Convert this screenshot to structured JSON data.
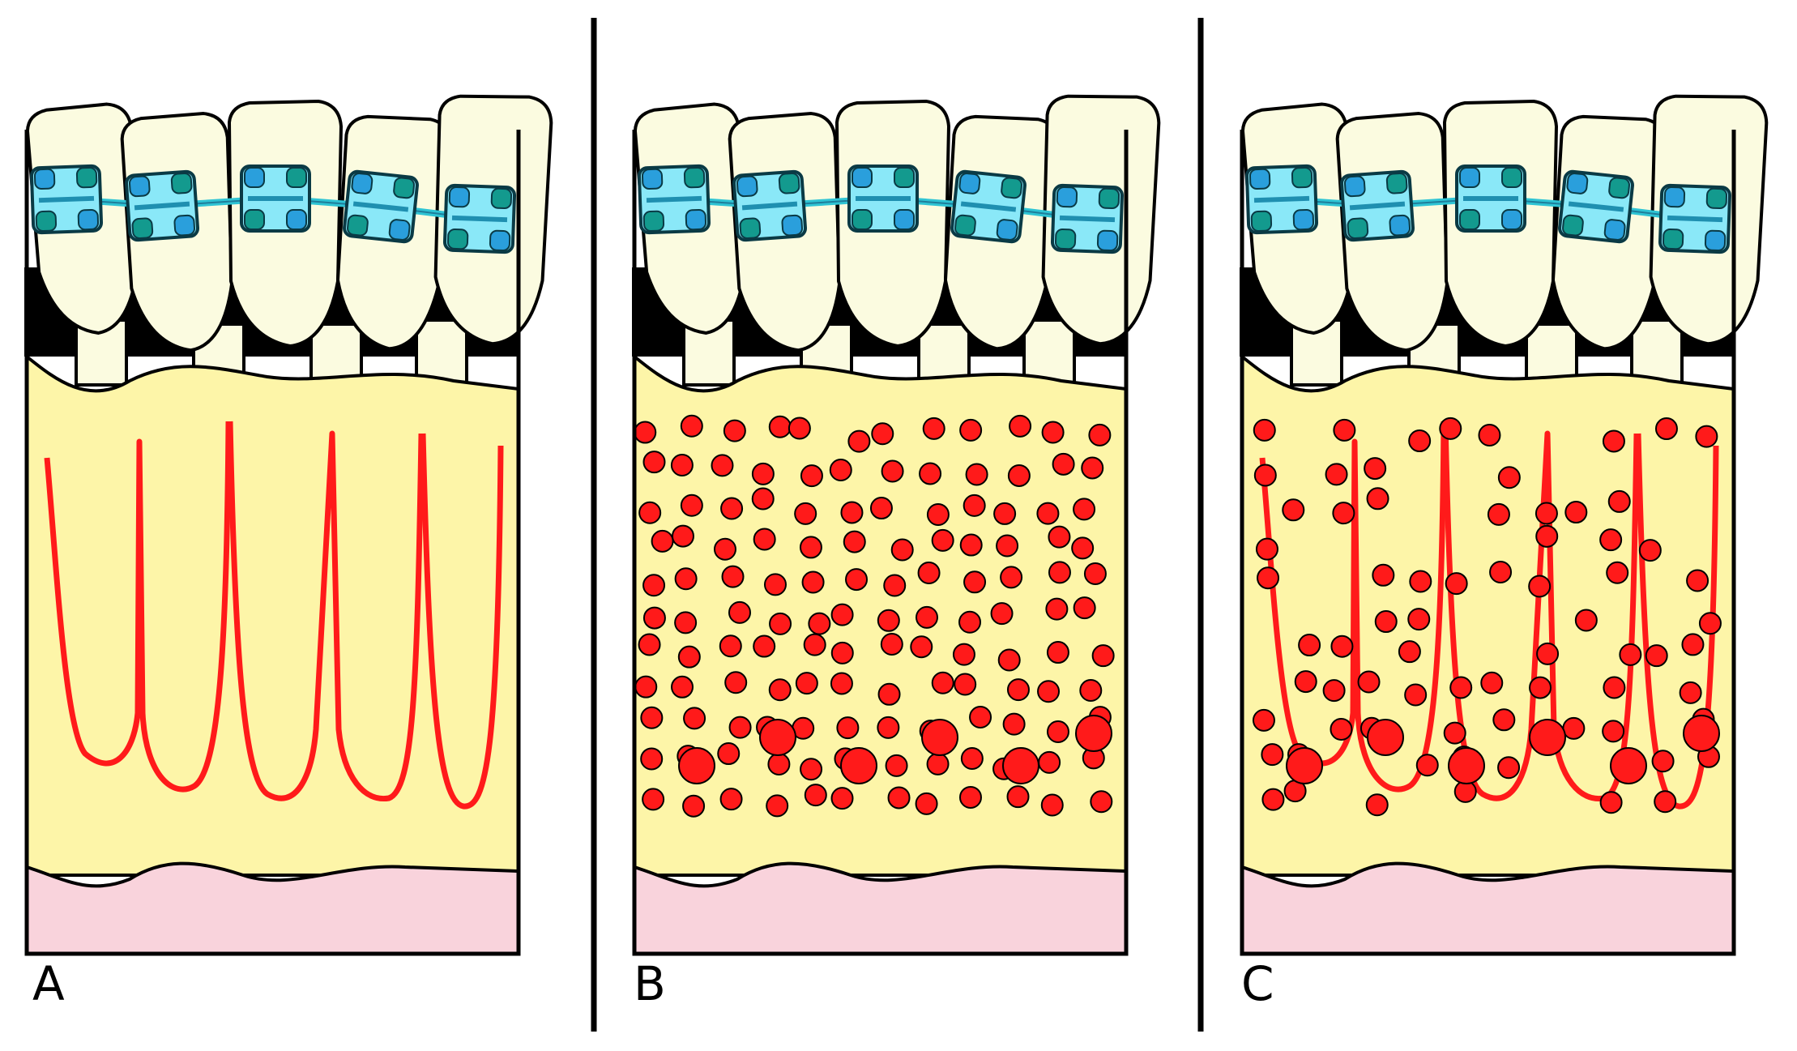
{
  "panels": [
    {
      "label": "A",
      "pattern": "root-lines"
    },
    {
      "label": "B",
      "pattern": "dots"
    },
    {
      "label": "C",
      "pattern": "roots-and-dots"
    }
  ],
  "colors": {
    "tooth": "#fbfbe0",
    "bone": "#fdf5a8",
    "gingiva": "#f9d3dc",
    "bracket": "#8ae8f8",
    "bracket_cap": "#2a9fdc",
    "bracket_cap_dark": "#139a8e",
    "wire": "#2ec4d4",
    "root_line": "#ff1a1a",
    "outline": "#000000"
  },
  "icons": [
    "tooth-icon",
    "bracket-icon",
    "archwire-icon"
  ]
}
